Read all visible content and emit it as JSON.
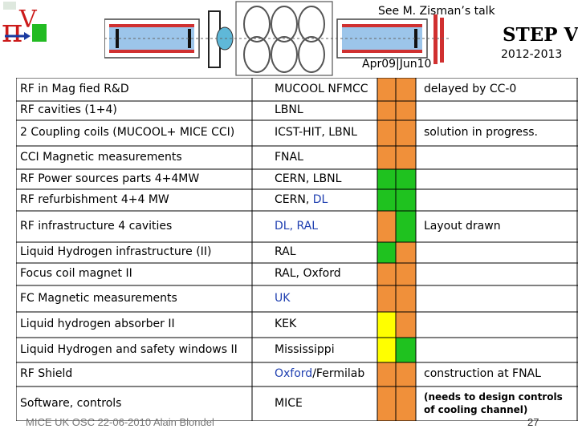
{
  "header": {
    "reference": "See M. Zisman’s talk",
    "title": "STEP V",
    "years": "2012-2013",
    "period": "Apr09|Jun10"
  },
  "colors": {
    "orange": "#f0903a",
    "green": "#1fc21f",
    "yellow": "#ffff00",
    "text_blue": "#1f3fb0"
  },
  "rows": [
    {
      "task": "RF in Mag fied R&D",
      "who": "MUCOOL NFMCC",
      "status": "delayed by CC-0",
      "a": "orange",
      "b": "orange"
    },
    {
      "task": "RF cavities (1+4)",
      "who": "LBNL",
      "status": "",
      "a": "orange",
      "b": "orange"
    },
    {
      "task": "2 Coupling coils (MUCOOL+ MICE CCI)",
      "who": "ICST-HIT, LBNL",
      "status": "solution in progress.",
      "a": "orange",
      "b": "orange"
    },
    {
      "task": "CCI Magnetic measurements",
      "who": "FNAL",
      "status": "",
      "a": "orange",
      "b": "orange"
    },
    {
      "task": "RF Power sources parts 4+4MW",
      "who": "CERN, LBNL",
      "status": "",
      "a": "green",
      "b": "green"
    },
    {
      "task": "RF refurbishment 4+4 MW",
      "who_parts": [
        "CERN, ",
        "DL"
      ],
      "status": "",
      "a": "green",
      "b": "green"
    },
    {
      "task": "RF infrastructure 4 cavities",
      "who": "DL, RAL",
      "status": "Layout drawn",
      "a": "orange",
      "b": "green"
    },
    {
      "task": "Liquid Hydrogen infrastructure (II)",
      "who": "RAL",
      "status": "",
      "a": "green",
      "b": "orange"
    },
    {
      "task": "Focus coil magnet II",
      "who": "RAL, Oxford",
      "status": "",
      "a": "orange",
      "b": "orange"
    },
    {
      "task": "FC Magnetic measurements",
      "who": "UK",
      "status": "",
      "a": "orange",
      "b": "orange"
    },
    {
      "task": "Liquid hydrogen absorber II",
      "who": "KEK",
      "status": "",
      "a": "yellow",
      "b": "orange"
    },
    {
      "task": "Liquid Hydrogen and safety windows II",
      "who": "Mississippi",
      "status": "",
      "a": "yellow",
      "b": "green"
    },
    {
      "task": "RF Shield",
      "who_parts": [
        "Oxford",
        "/Fermilab"
      ],
      "status": "construction at FNAL",
      "a": "orange",
      "b": "orange"
    },
    {
      "task": "Software, controls",
      "who": "MICE",
      "status": "(needs to design controls of cooling channel)",
      "a": "orange",
      "b": "orange"
    }
  ],
  "footer": "MICE UK OSC 22-06-2010 Alain Blondel",
  "page_number": "27"
}
